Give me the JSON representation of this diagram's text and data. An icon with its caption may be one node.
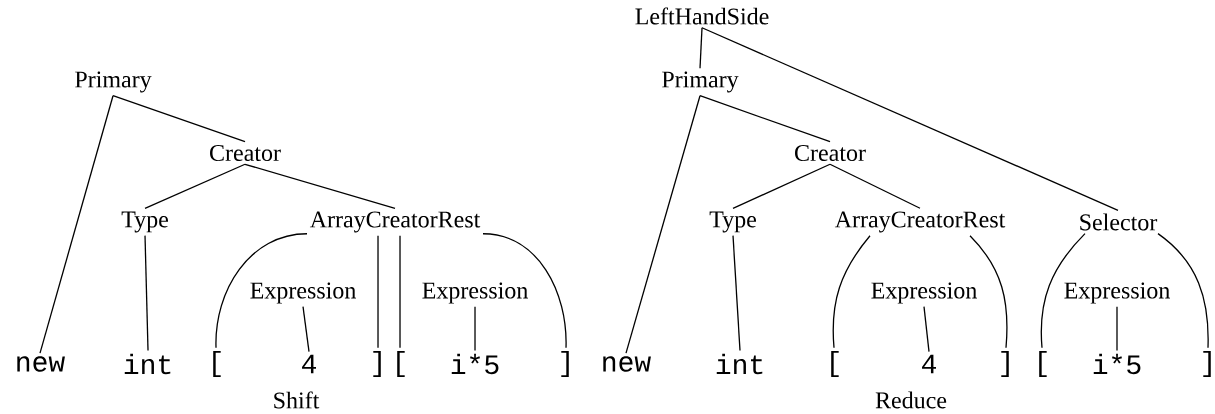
{
  "diagram": {
    "nodes": [
      {
        "text": [
          "Primary"
        ]
      },
      {
        "text": [
          "new"
        ]
      },
      {
        "text": [
          "Creator"
        ]
      },
      {
        "text": [
          "Type"
        ]
      },
      {
        "text": [
          "ArrayCreatorRest"
        ]
      },
      {
        "text": [
          "int"
        ]
      },
      {
        "text": [
          "["
        ]
      },
      {
        "text": [
          "Expression"
        ]
      },
      {
        "text": [
          "4"
        ]
      },
      {
        "text": [
          "]"
        ]
      },
      {
        "text": [
          "["
        ]
      },
      {
        "text": [
          "Expression"
        ]
      },
      {
        "text": [
          "i*5"
        ]
      },
      {
        "text": [
          "]"
        ]
      },
      {
        "text": [
          "LeftHandSide"
        ]
      },
      {
        "text": [
          "Primary"
        ]
      },
      {
        "text": [
          "Creator"
        ]
      },
      {
        "text": [
          "Type"
        ]
      },
      {
        "text": [
          "ArrayCreatorRest"
        ]
      },
      {
        "text": [
          "Selector"
        ]
      },
      {
        "text": [
          "new"
        ]
      },
      {
        "text": [
          "int"
        ]
      },
      {
        "text": [
          "["
        ]
      },
      {
        "text": [
          "Expression"
        ]
      },
      {
        "text": [
          "4"
        ]
      },
      {
        "text": [
          "]"
        ]
      },
      {
        "text": [
          "["
        ]
      },
      {
        "text": [
          "Expression"
        ]
      },
      {
        "text": [
          "i*5"
        ]
      },
      {
        "text": [
          "]"
        ]
      }
    ],
    "edges": [
      {
        "from": 0,
        "to": 1,
        "arrow": "none"
      },
      {
        "from": 0,
        "to": 2,
        "arrow": "none"
      },
      {
        "from": 2,
        "to": 3,
        "arrow": "none"
      },
      {
        "from": 2,
        "to": 4,
        "arrow": "none"
      },
      {
        "from": 3,
        "to": 5,
        "arrow": "none"
      },
      {
        "from": 4,
        "to": 6,
        "arrow": "none"
      },
      {
        "from": 4,
        "to": 9,
        "arrow": "none"
      },
      {
        "from": 4,
        "to": 10,
        "arrow": "none"
      },
      {
        "from": 4,
        "to": 13,
        "arrow": "none"
      },
      {
        "from": 7,
        "to": 8,
        "arrow": "none"
      },
      {
        "from": 11,
        "to": 12,
        "arrow": "none"
      },
      {
        "from": 14,
        "to": 15,
        "arrow": "none"
      },
      {
        "from": 14,
        "to": 19,
        "arrow": "none"
      },
      {
        "from": 15,
        "to": 20,
        "arrow": "none"
      },
      {
        "from": 15,
        "to": 16,
        "arrow": "none"
      },
      {
        "from": 16,
        "to": 17,
        "arrow": "none"
      },
      {
        "from": 16,
        "to": 18,
        "arrow": "none"
      },
      {
        "from": 17,
        "to": 21,
        "arrow": "none"
      },
      {
        "from": 18,
        "to": 22,
        "arrow": "none"
      },
      {
        "from": 18,
        "to": 25,
        "arrow": "none"
      },
      {
        "from": 23,
        "to": 24,
        "arrow": "none"
      },
      {
        "from": 19,
        "to": 26,
        "arrow": "none"
      },
      {
        "from": 19,
        "to": 29,
        "arrow": "none"
      },
      {
        "from": 27,
        "to": 28,
        "arrow": "none"
      }
    ],
    "labels": [
      "Shift",
      "Reduce"
    ]
  }
}
